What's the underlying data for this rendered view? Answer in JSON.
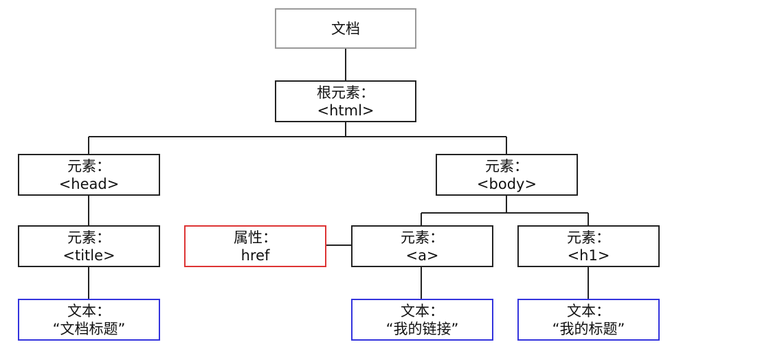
{
  "nodes": {
    "document": {
      "line1": "文档"
    },
    "html": {
      "line1": "根元素：",
      "line2": "<html>"
    },
    "head": {
      "line1": "元素：",
      "line2": "<head>"
    },
    "body": {
      "line1": "元素：",
      "line2": "<body>"
    },
    "title": {
      "line1": "元素：",
      "line2": "<title>"
    },
    "href_attr": {
      "line1": "属性：",
      "line2": "href"
    },
    "a": {
      "line1": "元素：",
      "line2": "<a>"
    },
    "h1": {
      "line1": "元素：",
      "line2": "<h1>"
    },
    "title_text": {
      "line1": "文本：",
      "line2": "“文档标题”"
    },
    "a_text": {
      "line1": "文本：",
      "line2": "“我的链接”"
    },
    "h1_text": {
      "line1": "文本：",
      "line2": "“我的标题”"
    }
  },
  "colors": {
    "line": "#222222",
    "document_border": "#999999",
    "attribute_border": "#dd3333",
    "text_border": "#3333dd"
  }
}
